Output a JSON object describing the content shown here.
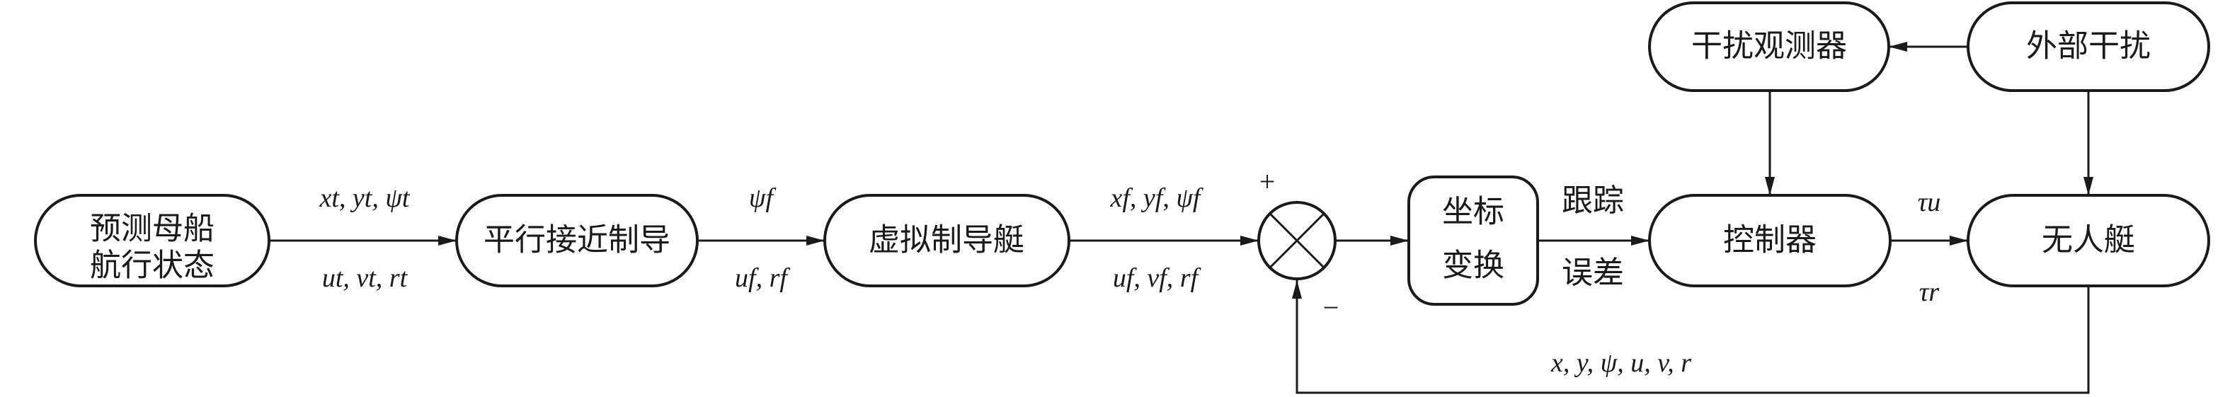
{
  "blocks": {
    "mother_ship_line1": "预测母船",
    "mother_ship_line2": "航行状态",
    "parallel_guidance": "平行接近制导",
    "virtual_boat": "虚拟制导艇",
    "coord_line1": "坐标",
    "coord_line2": "变换",
    "controller": "控制器",
    "usv": "无人艇",
    "observer": "干扰观测器",
    "external_disturbance": "外部干扰"
  },
  "labels": {
    "target_pos": "xt, yt, ψt",
    "target_vel": "ut, vt, rt",
    "virtual_heading": "ψf",
    "virtual_speed": "uf, rf",
    "virtual_pos": "xf, yf, ψf",
    "virtual_vel": "uf, vf, rf",
    "tracking_error_line1": "跟踪",
    "tracking_error_line2": "误差",
    "tau_u": "τu",
    "tau_r": "τr",
    "feedback": "x, y, ψ, u, v, r",
    "plus_sign": "+",
    "minus_sign": "−"
  }
}
